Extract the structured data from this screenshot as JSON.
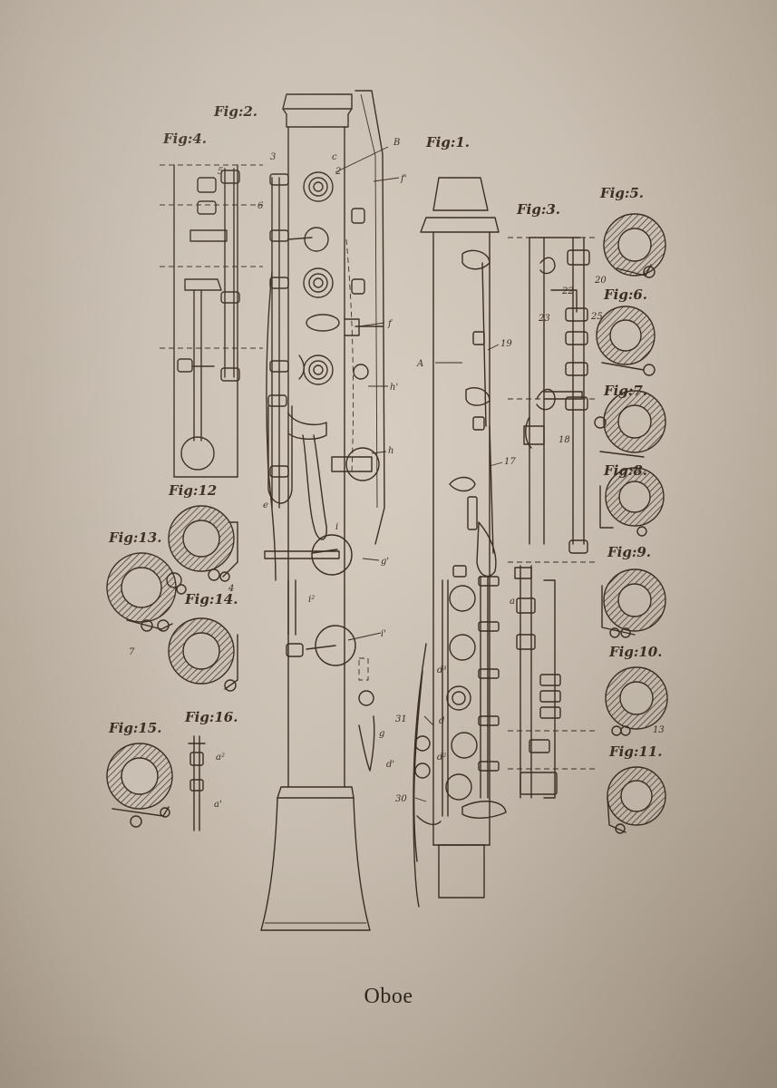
{
  "title": "Oboe",
  "colors": {
    "paper": "#c9bfb2",
    "ink": "#3b2e24"
  },
  "figures": {
    "fig1": "Fig:1.",
    "fig2": "Fig:2.",
    "fig3": "Fig:3.",
    "fig4": "Fig:4.",
    "fig5": "Fig:5.",
    "fig6": "Fig:6.",
    "fig7": "Fig:7.",
    "fig8": "Fig:8.",
    "fig9": "Fig:9.",
    "fig10": "Fig:10.",
    "fig11": "Fig:11.",
    "fig12": "Fig:12",
    "fig13": "Fig:13.",
    "fig14": "Fig:14.",
    "fig15": "Fig:15.",
    "fig16": "Fig:16."
  },
  "callouts": {
    "B": "B",
    "A": "A",
    "f1": "f'",
    "f": "f",
    "h": "h",
    "h1": "h'",
    "g1": "g'",
    "g": "g",
    "i": "i",
    "i1": "i'",
    "i2": "i²",
    "c": "c",
    "e": "e",
    "n19": "19",
    "n17": "17",
    "n31": "31",
    "n30": "30",
    "n3": "3",
    "n2": "2",
    "n4": "4",
    "n6": "6",
    "n5": "5",
    "n7": "7",
    "n13": "13",
    "n18": "18",
    "n20": "20",
    "n22": "22",
    "n23": "23",
    "n25": "25",
    "d": "d",
    "d1": "d'",
    "d2": "d²",
    "d3": "d³",
    "a": "a",
    "a1": "a'",
    "a2": "a²"
  }
}
